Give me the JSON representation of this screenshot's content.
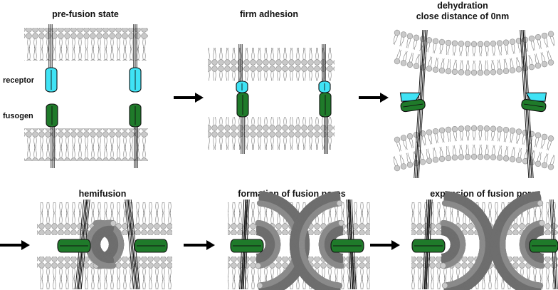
{
  "panels": [
    {
      "id": "pre-fusion",
      "title": [
        "pre-fusion state"
      ]
    },
    {
      "id": "firm-adhesion",
      "title": [
        "firm adhesion"
      ]
    },
    {
      "id": "dehydration",
      "title": [
        "dehydration",
        "close distance of 0nm"
      ]
    },
    {
      "id": "hemifusion",
      "title": [
        "hemifusion"
      ]
    },
    {
      "id": "pore-formation",
      "title": [
        "formation of fusion pores"
      ]
    },
    {
      "id": "pore-expansion",
      "title": [
        "expansion of fusion pores"
      ]
    }
  ],
  "labels": {
    "receptor": "receptor",
    "fusogen": "fusogen"
  },
  "colors": {
    "receptor": "#3fe3f5",
    "fusogen": "#1f7a2a",
    "fusogen_dark": "#0f4d18",
    "lipid_head": "#c9c9c9",
    "lipid_edge": "#8a8a8a",
    "arrow": "#000000"
  }
}
